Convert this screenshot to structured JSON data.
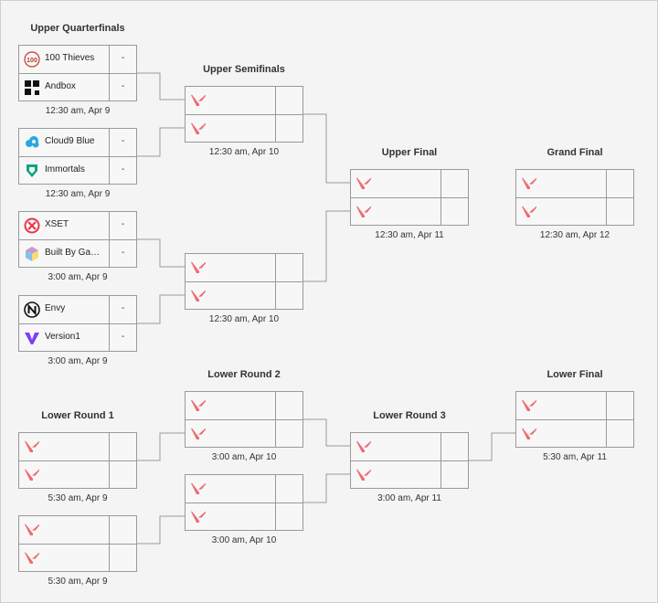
{
  "rounds": {
    "upper_quarterfinals": "Upper Quarterfinals",
    "upper_semifinals": "Upper Semifinals",
    "upper_final": "Upper Final",
    "grand_final": "Grand Final",
    "lower_round_1": "Lower Round 1",
    "lower_round_2": "Lower Round 2",
    "lower_round_3": "Lower Round 3",
    "lower_final": "Lower Final"
  },
  "matches": {
    "uq1": {
      "time": "12:30 am, Apr 9",
      "teams": [
        {
          "name": "100 Thieves",
          "score": "-",
          "logo": "100-thieves-logo"
        },
        {
          "name": "Andbox",
          "score": "-",
          "logo": "andbox-logo"
        }
      ]
    },
    "uq2": {
      "time": "12:30 am, Apr 9",
      "teams": [
        {
          "name": "Cloud9 Blue",
          "score": "-",
          "logo": "cloud9-logo"
        },
        {
          "name": "Immortals",
          "score": "-",
          "logo": "immortals-logo"
        }
      ]
    },
    "uq3": {
      "time": "3:00 am, Apr 9",
      "teams": [
        {
          "name": "XSET",
          "score": "-",
          "logo": "xset-logo"
        },
        {
          "name": "Built By Gam…",
          "score": "-",
          "logo": "built-by-gamers-logo"
        }
      ]
    },
    "uq4": {
      "time": "3:00 am, Apr 9",
      "teams": [
        {
          "name": "Envy",
          "score": "-",
          "logo": "envy-logo"
        },
        {
          "name": "Version1",
          "score": "-",
          "logo": "version1-logo"
        }
      ]
    },
    "us1": {
      "time": "12:30 am, Apr 10"
    },
    "us2": {
      "time": "12:30 am, Apr 10"
    },
    "uf": {
      "time": "12:30 am, Apr 11"
    },
    "gf": {
      "time": "12:30 am, Apr 12"
    },
    "lr1a": {
      "time": "5:30 am, Apr 9"
    },
    "lr1b": {
      "time": "5:30 am, Apr 9"
    },
    "lr2a": {
      "time": "3:00 am, Apr 10"
    },
    "lr2b": {
      "time": "3:00 am, Apr 10"
    },
    "lr3": {
      "time": "3:00 am, Apr 11"
    },
    "lf": {
      "time": "5:30 am, Apr 11"
    }
  },
  "tbd_logo": "valorant-logo",
  "colors": {
    "valorant_red": "#ee6b70",
    "border": "#9a9a9a",
    "connector": "#9a9a9a",
    "background": "#f4f4f4"
  }
}
